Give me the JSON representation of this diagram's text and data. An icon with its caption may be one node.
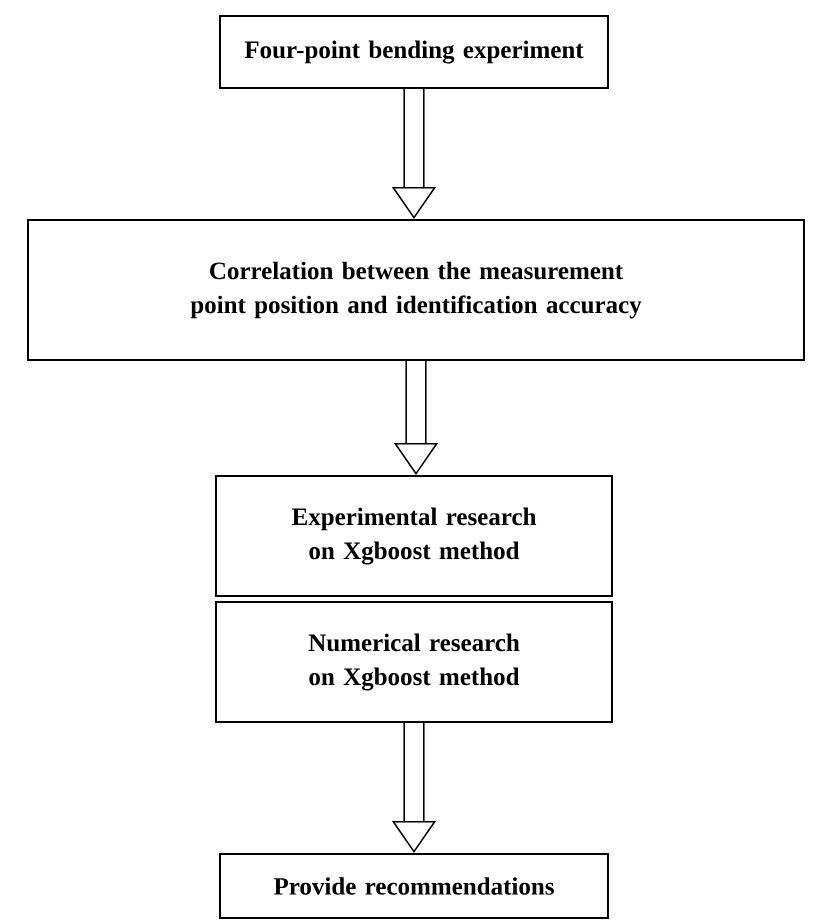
{
  "diagram": {
    "nodes": [
      {
        "text": [
          "Four-point bending experiment"
        ]
      },
      {
        "text": [
          "Correlation between the measurement point position and identification accuracy"
        ]
      },
      {
        "text": [
          "Experimental research on Xgboost method"
        ]
      },
      {
        "text": [
          "Numerical research on Xgboost method"
        ]
      },
      {
        "text": [
          "Provide recommendations"
        ]
      }
    ],
    "edges": [
      {
        "from": 0,
        "to": 1,
        "arrow": "to"
      },
      {
        "from": 1,
        "to": 2,
        "arrow": "to"
      },
      {
        "from": 3,
        "to": 4,
        "arrow": "to"
      }
    ]
  }
}
